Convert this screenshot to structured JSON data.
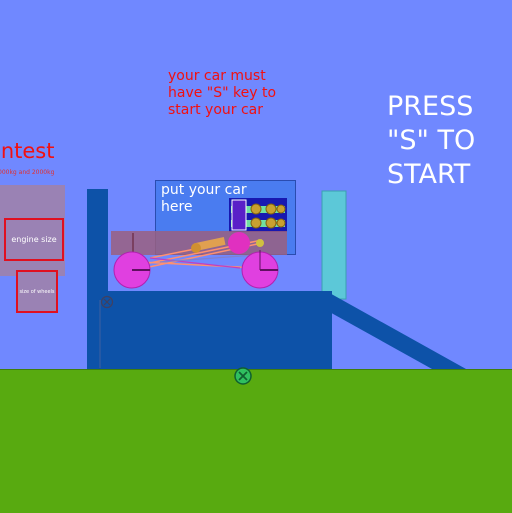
{
  "notice": {
    "text": "your car must\nhave \"S\" key to\nstart your car"
  },
  "prompt": {
    "text": "PRESS\n\"S\" TO\nSTART"
  },
  "contest": {
    "title": "ontest",
    "subtitle": "000kg and 2000kg",
    "engine_button": "engine size",
    "wheels_button": "size of wheels"
  },
  "sign": {
    "text": "put your car\nhere"
  },
  "colors": {
    "sky": "#7088ff",
    "ground": "#58aa10",
    "platform": "#0d52a8",
    "red_text": "#f21010",
    "wheel": "#e040e0",
    "pillar_right": "#5cc8d8"
  },
  "icons": {
    "ground_joint": "circle-x-icon",
    "pillar_joint": "circle-x-icon"
  }
}
